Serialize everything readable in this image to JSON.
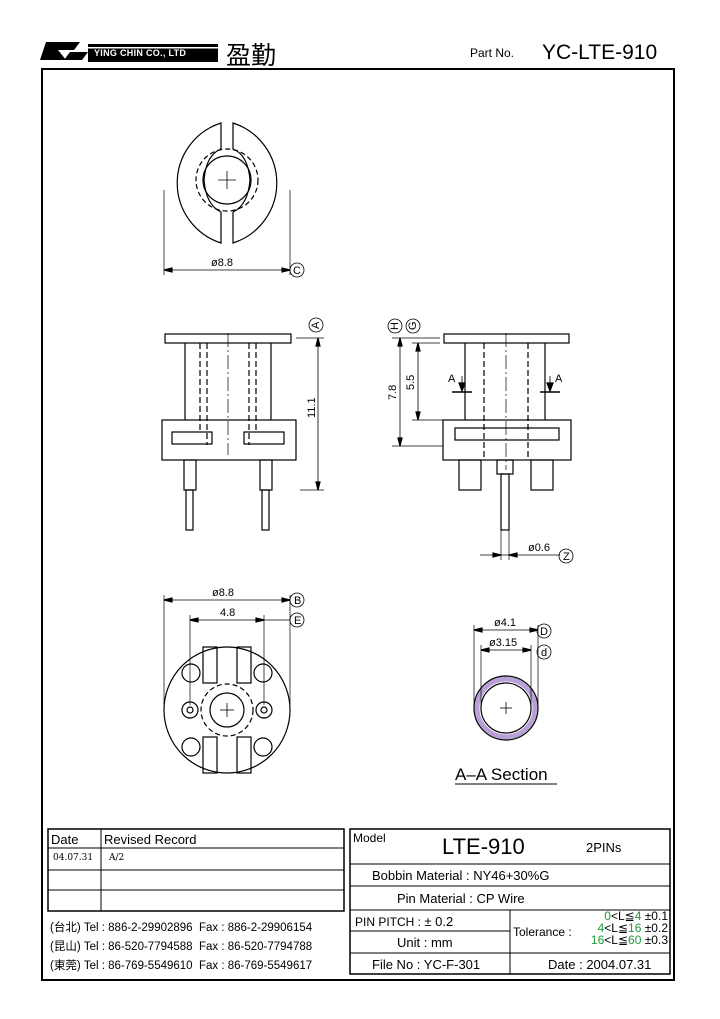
{
  "header": {
    "company_name": "YING CHIN CO., LTD",
    "company_cn": "盈勤",
    "part_no_label": "Part No.",
    "part_no_value": "YC-LTE-910"
  },
  "dimensions": {
    "top_view_diameter": "ø8.8",
    "top_view_ref": "C",
    "side_ref_a": "A",
    "side_height": "11.1",
    "front_ref_h": "H",
    "front_ref_g": "G",
    "front_height_78": "7.8",
    "front_height_55": "5.5",
    "section_mark_left": "A",
    "section_mark_right": "A",
    "pin_diameter": "ø0.6",
    "pin_ref": "Z",
    "bottom_diameter": "ø8.8",
    "bottom_ref_b": "B",
    "bottom_pitch": "4.8",
    "bottom_ref_e": "E",
    "section_outer_dia": "ø4.1",
    "section_ref_d_upper": "D",
    "section_inner_dia": "ø3.15",
    "section_ref_d_lower": "d",
    "section_title": "A–A Section"
  },
  "revision": {
    "col_date": "Date",
    "col_record": "Revised Record",
    "rows": [
      {
        "date": "04.07.31",
        "record": "A/2"
      },
      {
        "date": "",
        "record": ""
      },
      {
        "date": "",
        "record": ""
      }
    ]
  },
  "contacts": [
    {
      "city": "(台北)",
      "tel": "Tel : 886-2-29902896",
      "fax": "Fax : 886-2-29906154"
    },
    {
      "city": "(昆山)",
      "tel": "Tel : 86-520-7794588",
      "fax": "Fax : 86-520-7794788"
    },
    {
      "city": "(東莞)",
      "tel": "Tel : 86-769-5549610",
      "fax": "Fax : 86-769-5549617"
    }
  ],
  "title_block": {
    "model_label": "Model",
    "model_value": "LTE-910",
    "pins": "2PINs",
    "bobbin_material_label": "Bobbin  Material :",
    "bobbin_material_value": "NY46+30%G",
    "pin_material_label": "Pin  Material :",
    "pin_material_value": "CP Wire",
    "pin_pitch_label": "PIN  PITCH :",
    "pin_pitch_value": "± 0.2",
    "unit_label": "Unit :",
    "unit_value": "mm",
    "file_no_label": "File  No :",
    "file_no_value": "YC-F-301",
    "tolerance_label": "Tolerance :",
    "tolerance_rows": [
      {
        "range_a": "0",
        "op": "<L≦",
        "range_b": "4",
        "tol": "±0.1"
      },
      {
        "range_a": "4",
        "op": "<L≦",
        "range_b": "16",
        "tol": "±0.2"
      },
      {
        "range_a": "16",
        "op": "<L≦",
        "range_b": "60",
        "tol": "±0.3"
      }
    ],
    "date_label": "Date :",
    "date_value": "2004.07.31"
  },
  "colors": {
    "tolerance_green": "#1f9a3a",
    "section_ring": "#b9a0d6"
  }
}
